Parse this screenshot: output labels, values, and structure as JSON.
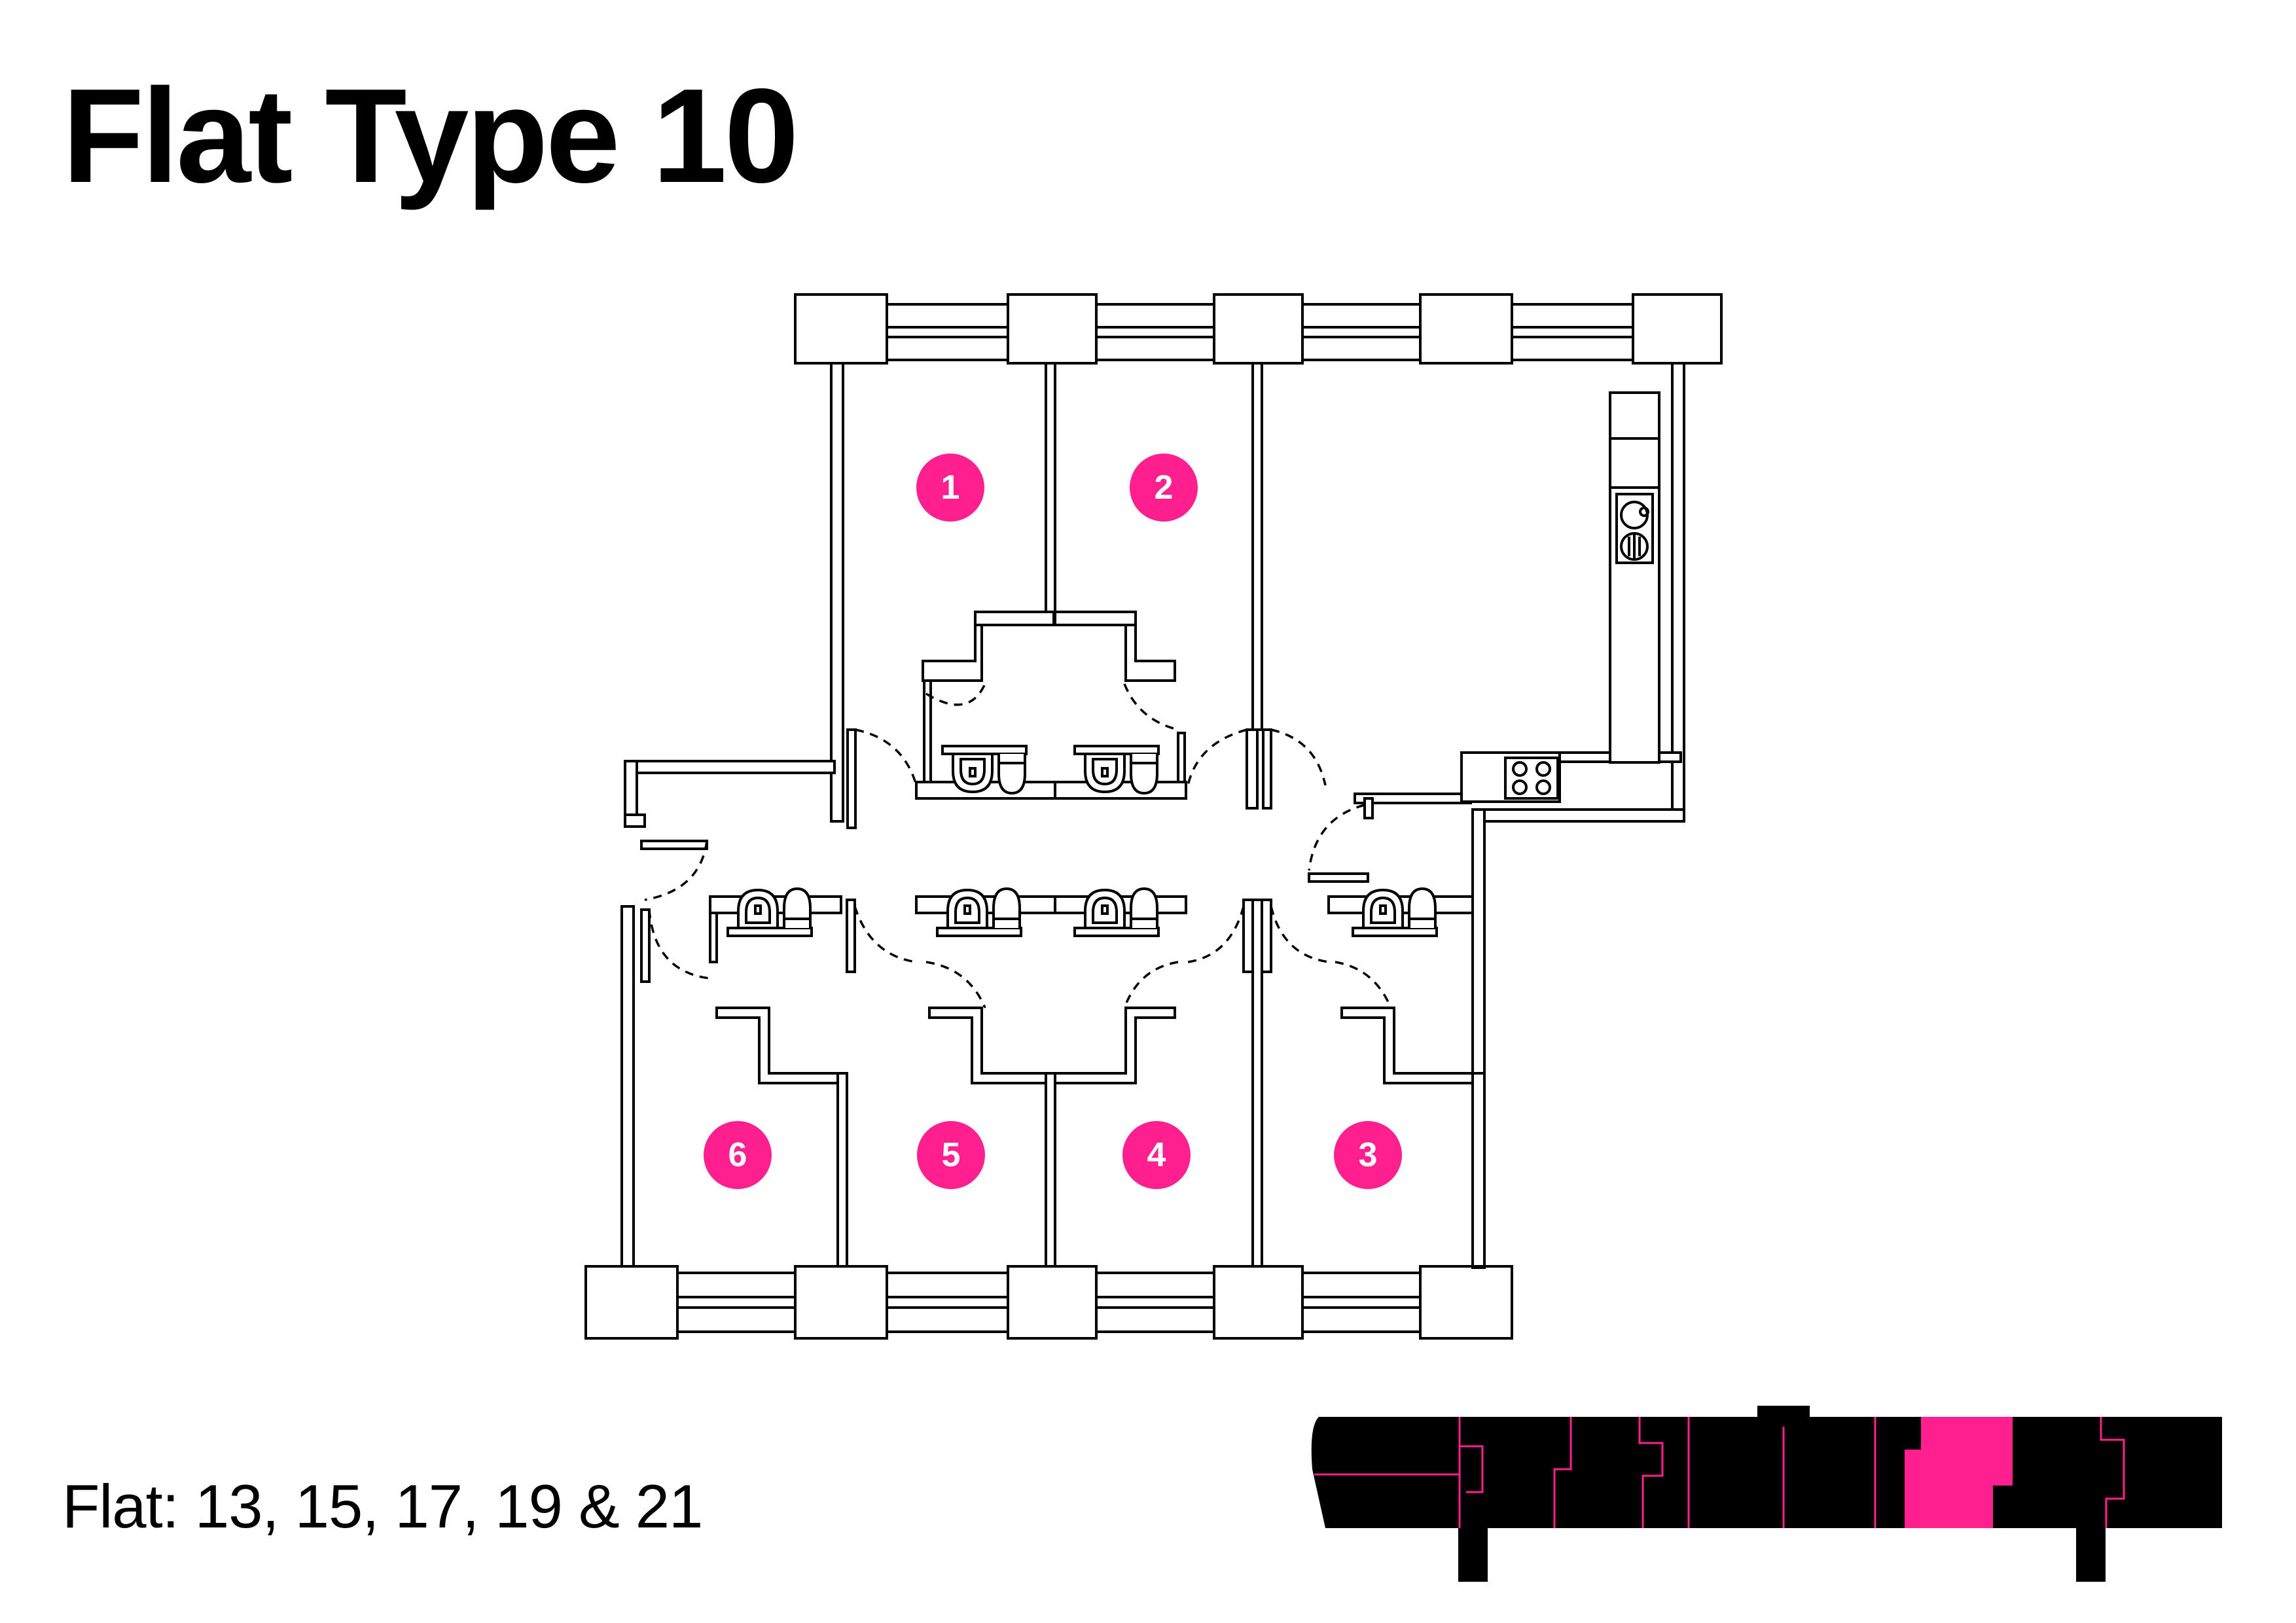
{
  "title": "Flat Type 10",
  "subtitle": "Flat: 13, 15, 17, 19 & 21",
  "colors": {
    "accent": "#ff1f8e",
    "line": "#000000",
    "background": "#ffffff"
  },
  "rooms": [
    {
      "number": "1"
    },
    {
      "number": "2"
    },
    {
      "number": "3"
    },
    {
      "number": "4"
    },
    {
      "number": "5"
    },
    {
      "number": "6"
    }
  ],
  "key_plan": {
    "highlighted_unit": "Flat Type 10"
  }
}
